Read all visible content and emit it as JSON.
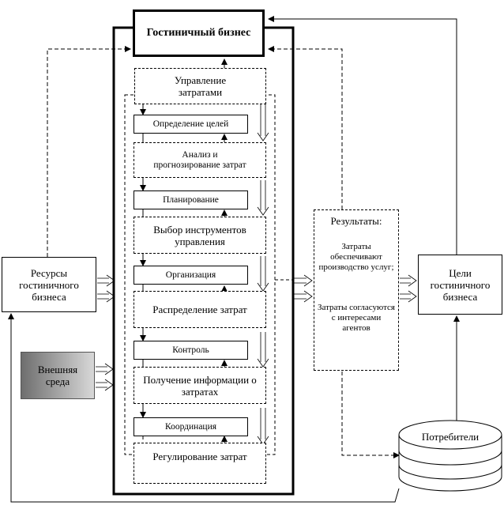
{
  "diagram": {
    "top_box": "Гостиничный бизнес",
    "cost_management": "Управление затратами",
    "steps": {
      "goals": "Определение целей",
      "analysis": "Анализ и прогнозирование затрат",
      "planning": "Планирование",
      "tools": "Выбор инструментов управления",
      "organization": "Организация",
      "distribution": "Распределение затрат",
      "control": "Контроль",
      "info": "Получение информации о затратах",
      "coordination": "Координация",
      "regulation": "Регулирование затрат"
    },
    "resources": "Ресурсы гостиничного бизнеса",
    "environment": "Внешняя среда",
    "results": {
      "title": "Результаты:",
      "item1": "Затраты обеспечивают производство услуг;",
      "item2": "Затраты согласуются с интересами агентов"
    },
    "goals_box": "Цели гостиничного бизнеса",
    "consumers": "Потребители",
    "colors": {
      "environment_gradient": [
        "#6e6e6e",
        "#d8d8d8"
      ]
    }
  }
}
